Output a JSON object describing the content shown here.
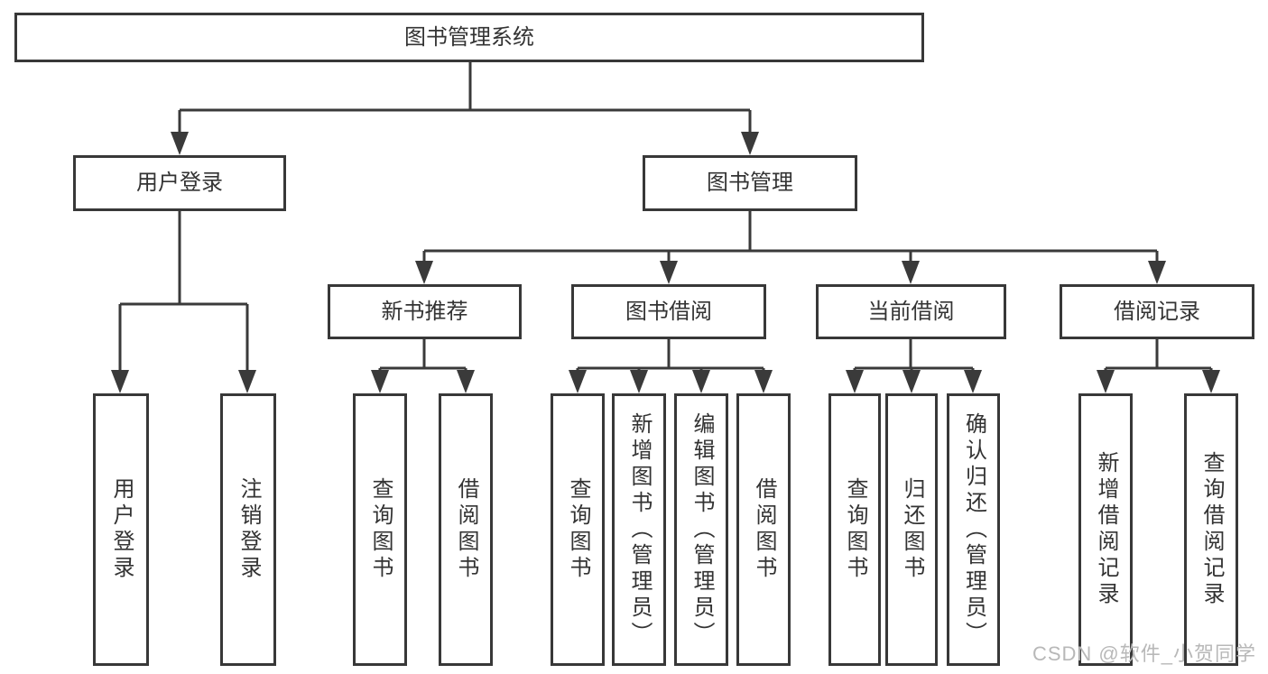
{
  "tree": {
    "label": "图书管理系统",
    "children": [
      {
        "label": "用户登录",
        "children": [
          {
            "label": "用户登录"
          },
          {
            "label": "注销登录"
          }
        ]
      },
      {
        "label": "图书管理",
        "children": [
          {
            "label": "新书推荐",
            "children": [
              {
                "label": "查询图书"
              },
              {
                "label": "借阅图书"
              }
            ]
          },
          {
            "label": "图书借阅",
            "children": [
              {
                "label": "查询图书"
              },
              {
                "label": "新增图书（管理员）"
              },
              {
                "label": "编辑图书（管理员）"
              },
              {
                "label": "借阅图书"
              }
            ]
          },
          {
            "label": "当前借阅",
            "children": [
              {
                "label": "查询图书"
              },
              {
                "label": "归还图书"
              },
              {
                "label": "确认归还（管理员）"
              }
            ]
          },
          {
            "label": "借阅记录",
            "children": [
              {
                "label": "新增借阅记录"
              },
              {
                "label": "查询借阅记录"
              }
            ]
          }
        ]
      }
    ]
  },
  "watermark": {
    "text": "CSDN @软件_小贺同学"
  },
  "colors": {
    "line": "#3a3a3a",
    "box_border": "#383838",
    "text": "#333333",
    "watermark": "#b8b8b8",
    "background": "#ffffff"
  }
}
